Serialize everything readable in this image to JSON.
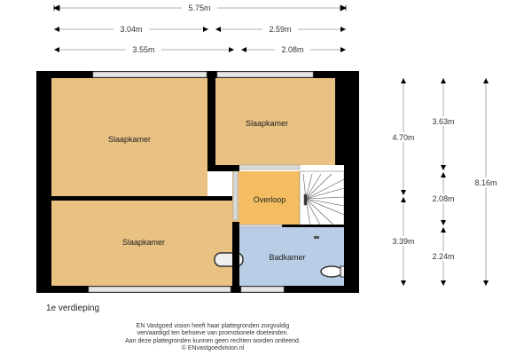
{
  "dimensions": {
    "top_total": "5.75m",
    "top_row2": [
      "3.04m",
      "2.59m"
    ],
    "top_row3": [
      "3.55m",
      "2.08m"
    ],
    "right_col1": [
      "4.70m",
      "3.39m"
    ],
    "right_col2": [
      "3.63m",
      "2.08m",
      "2.24m"
    ],
    "right_total": "8.16m"
  },
  "rooms": {
    "top_left": "Slaapkamer",
    "top_right": "Slaapkamer",
    "landing": "Overloop",
    "bottom_left": "Slaapkamer",
    "bathroom": "Badkamer"
  },
  "colors": {
    "bedroom": "#e9c182",
    "landing": "#f4bd62",
    "bathroom": "#b9cde6",
    "wall": "#000000"
  },
  "floor_label": "1e verdieping",
  "disclaimer": [
    "EN Vastgoed vision heeft haar plattegronden zorgvuldig",
    "vervaardigd ten behoeve van promotionele doeleinden.",
    "Aan deze plattegronden kunnen geen rechten worden ontleend.",
    "© ENvastgoedvision.nl"
  ]
}
